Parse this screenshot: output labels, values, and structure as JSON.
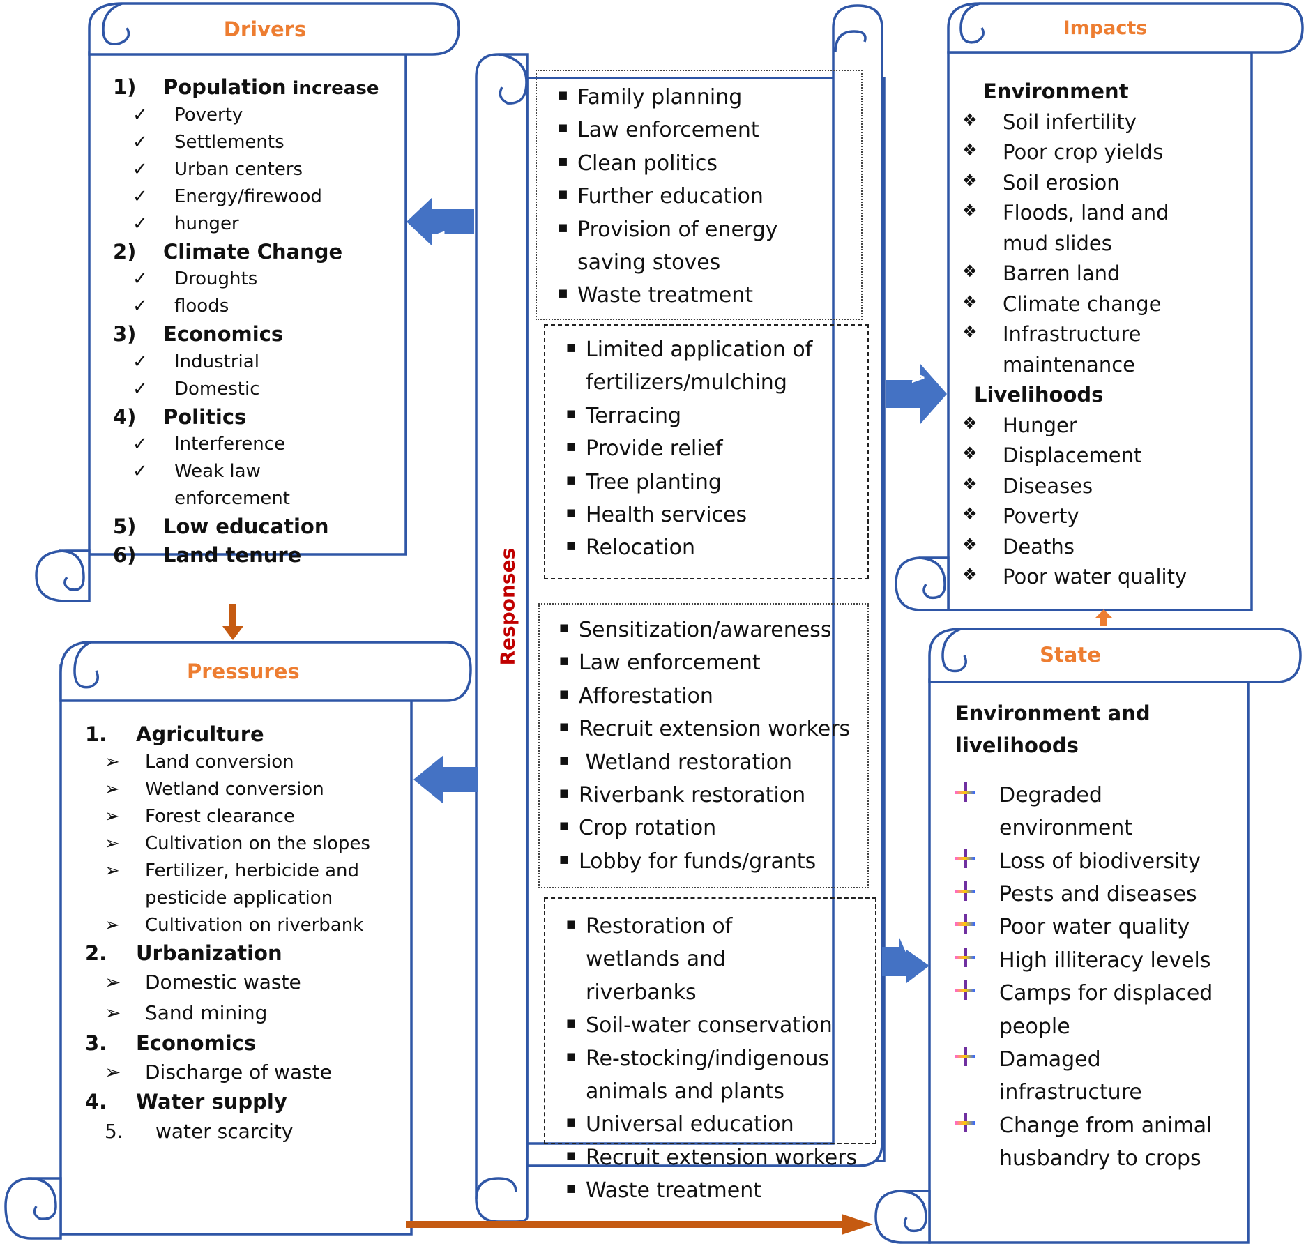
{
  "drivers": {
    "title": "Drivers",
    "groups": [
      {
        "num": "1)",
        "label": "Population",
        "label_small": " increase",
        "items": [
          "Poverty",
          "Settlements",
          "Urban centers",
          "Energy/firewood",
          "hunger"
        ]
      },
      {
        "num": "2)",
        "label": "Climate Change",
        "items": [
          "Droughts",
          "floods"
        ]
      },
      {
        "num": "3)",
        "label": "Economics",
        "items": [
          "Industrial",
          "Domestic"
        ]
      },
      {
        "num": "4)",
        "label": "Politics",
        "items": [
          "Interference",
          "Weak law",
          "enforcement"
        ]
      },
      {
        "num": "5)",
        "label": "Low education",
        "items": []
      },
      {
        "num": "6)",
        "label": "Land tenure",
        "items": []
      }
    ]
  },
  "pressures": {
    "title": "Pressures",
    "groups": [
      {
        "num": "1.",
        "label": "Agriculture",
        "items": [
          "Land conversion",
          "Wetland conversion",
          "Forest clearance",
          "Cultivation on the slopes",
          "Fertilizer, herbicide and",
          "pesticide application",
          "Cultivation on riverbank"
        ]
      },
      {
        "num": "2.",
        "label": "Urbanization",
        "items": [
          "Domestic waste",
          "Sand mining"
        ]
      },
      {
        "num": "3.",
        "label": "Economics",
        "items": [
          "Discharge of waste"
        ]
      },
      {
        "num": "4.",
        "label": "Water supply",
        "items": []
      }
    ],
    "extra_num": "5.",
    "extra_label": "water scarcity"
  },
  "responses": {
    "title": "Responses",
    "box1": [
      "Family planning",
      "Law enforcement",
      "Clean politics",
      "Further education",
      "Provision of energy saving stoves",
      "Waste treatment"
    ],
    "box2": [
      "Limited application of fertilizers/mulching",
      "Terracing",
      "Provide relief",
      "Tree planting",
      "Health services",
      "Relocation"
    ],
    "box3": [
      "Sensitization/awareness",
      "Law enforcement",
      "Afforestation",
      "Recruit extension workers",
      " Wetland restoration",
      "Riverbank restoration",
      "Crop rotation",
      "Lobby for funds/grants"
    ],
    "box4": [
      "Restoration of wetlands and riverbanks",
      "Soil-water conservation",
      "Re-stocking/indigenous animals and plants",
      "Universal education",
      "Recruit extension workers"
    ],
    "after_box4": "Waste treatment"
  },
  "impacts": {
    "title": "Impacts",
    "sections": [
      {
        "heading": "Environment",
        "items": [
          "Soil infertility",
          "Poor crop yields",
          "Soil erosion",
          "Floods, land and mud slides",
          "Barren land",
          "Climate change",
          "Infrastructure maintenance"
        ]
      },
      {
        "heading": "Livelihoods",
        "items": [
          "Hunger",
          "Displacement",
          "Diseases",
          "Poverty",
          "Deaths",
          "Poor water quality"
        ]
      }
    ]
  },
  "state": {
    "title": "State",
    "heading": "Environment and livelihoods",
    "items": [
      "Degraded environment",
      "Loss of biodiversity",
      "Pests and diseases",
      "Poor water quality",
      "High illiteracy levels",
      "Camps for displaced people",
      "Damaged infrastructure",
      "Change from animal husbandry to crops"
    ]
  },
  "arrow_glyphs": {
    "left": "<",
    "right": ">"
  },
  "colors": {
    "scroll_stroke": "#2f56a6",
    "title": "#ed7d31",
    "responses_title": "#c00000",
    "blue_arrow": "#4472c4",
    "orange_arrow": "#c55a11"
  },
  "markers": {
    "check": "✓",
    "arrowhead": "➢",
    "diamond": "❖",
    "square": "■"
  }
}
